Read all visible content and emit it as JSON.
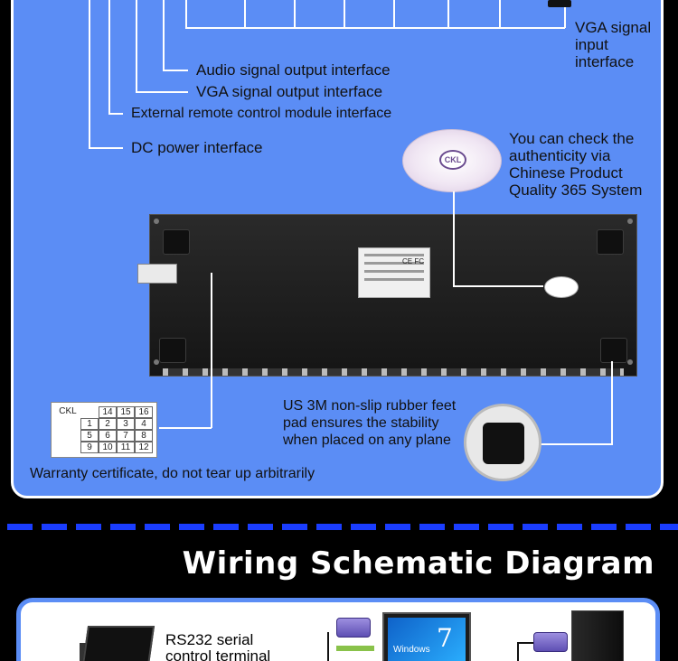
{
  "annotations": {
    "vga_input": "VGA signal input interface",
    "audio_output": "Audio signal output interface",
    "vga_output": "VGA signal output interface",
    "remote_module": "External remote control module interface",
    "dc_power": "DC power interface",
    "quality_check": "You can check the authenticity via Chinese Product Quality 365 System",
    "rubber_feet": "US 3M non-slip rubber feet pad ensures the stability when placed on any plane",
    "warranty": "Warranty certificate, do not tear up arbitrarily"
  },
  "seal": {
    "badge": "CKL"
  },
  "device_label": {
    "mark": "CE FC"
  },
  "warranty_card": {
    "brand": "CKL",
    "row1": [
      "14",
      "15",
      "16"
    ],
    "row2": [
      "1",
      "2",
      "3",
      "4"
    ],
    "row3": [
      "5",
      "6",
      "7",
      "8"
    ],
    "row4": [
      "9",
      "10",
      "11",
      "12"
    ]
  },
  "section_title": "Wiring Schematic Diagram",
  "wiring": {
    "rs232_label": "RS232 serial control terminal",
    "monitor_brand": "Windows",
    "monitor_version": "7"
  },
  "colors": {
    "panel": "#5b8df5",
    "dash": "#1a3dff",
    "background": "#000000"
  }
}
